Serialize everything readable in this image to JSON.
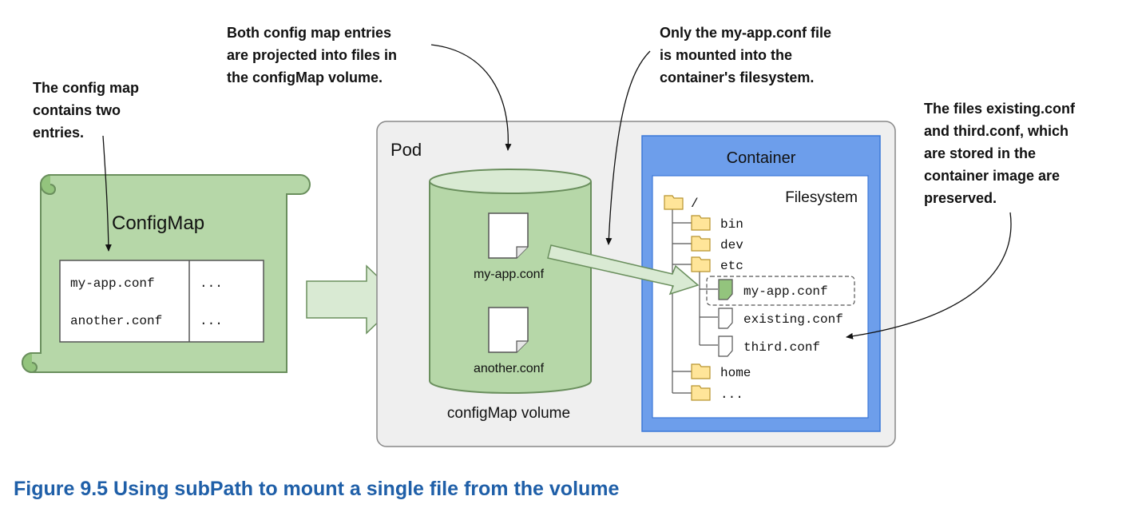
{
  "annotations": {
    "configmap_note": [
      "The config map",
      "contains two",
      "entries."
    ],
    "projection_note": [
      "Both config map entries",
      "are projected into files in",
      "the configMap volume."
    ],
    "mount_note": [
      "Only the my-app.conf file",
      "is mounted into the",
      "container's filesystem."
    ],
    "preserved_note": [
      "The files existing.conf",
      "and third.conf, which",
      "are stored in the",
      "container image are",
      "preserved."
    ]
  },
  "configmap": {
    "title": "ConfigMap",
    "entries": [
      {
        "key": "my-app.conf",
        "value": "..."
      },
      {
        "key": "another.conf",
        "value": "..."
      }
    ]
  },
  "pod": {
    "label": "Pod",
    "volume": {
      "label": "configMap volume",
      "files": [
        "my-app.conf",
        "another.conf"
      ]
    },
    "container": {
      "label": "Container",
      "filesystem": {
        "label": "Filesystem",
        "root": "/",
        "dirs": [
          "bin",
          "dev",
          "etc"
        ],
        "etc_files": [
          "my-app.conf",
          "existing.conf",
          "third.conf"
        ],
        "more_dirs": [
          "home",
          "..."
        ]
      }
    }
  },
  "caption": "Figure 9.5 Using subPath to mount a single file from the volume",
  "colors": {
    "configmap_green": "#b6d7a8",
    "pod_gray": "#efefef",
    "container_blue": "#6d9eeb",
    "folder_yellow": "#ffe599",
    "caption_blue": "#1f5fa8"
  }
}
